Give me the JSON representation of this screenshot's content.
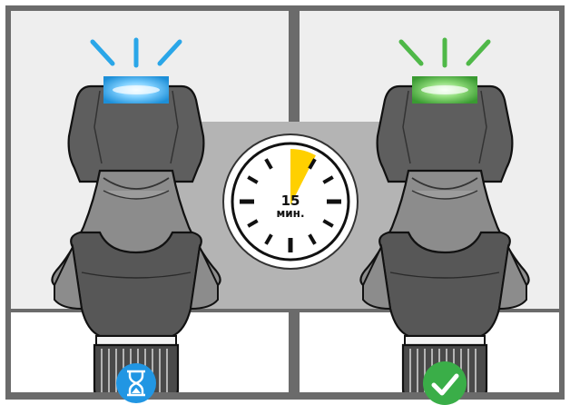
{
  "timer": {
    "minutes": "15",
    "unit": "мин.",
    "elapsed_fraction": 0.08
  },
  "left_panel": {
    "indicator_state": "in-progress",
    "indicator_icon": "hourglass-icon",
    "light_color": "#2aa6e8"
  },
  "right_panel": {
    "indicator_state": "complete",
    "indicator_icon": "checkmark-icon",
    "light_color": "#4fb848"
  },
  "colors": {
    "frame_grey": "#6b6b6b",
    "panel_bg": "#eeeeee",
    "center_band": "#b4b4b4",
    "inhaler_body": "#5a5a5a",
    "inhaler_light_body": "#8a8a8a",
    "timer_wedge": "#ffd000",
    "status_blue": "#2196e3",
    "status_green": "#3aae48"
  }
}
